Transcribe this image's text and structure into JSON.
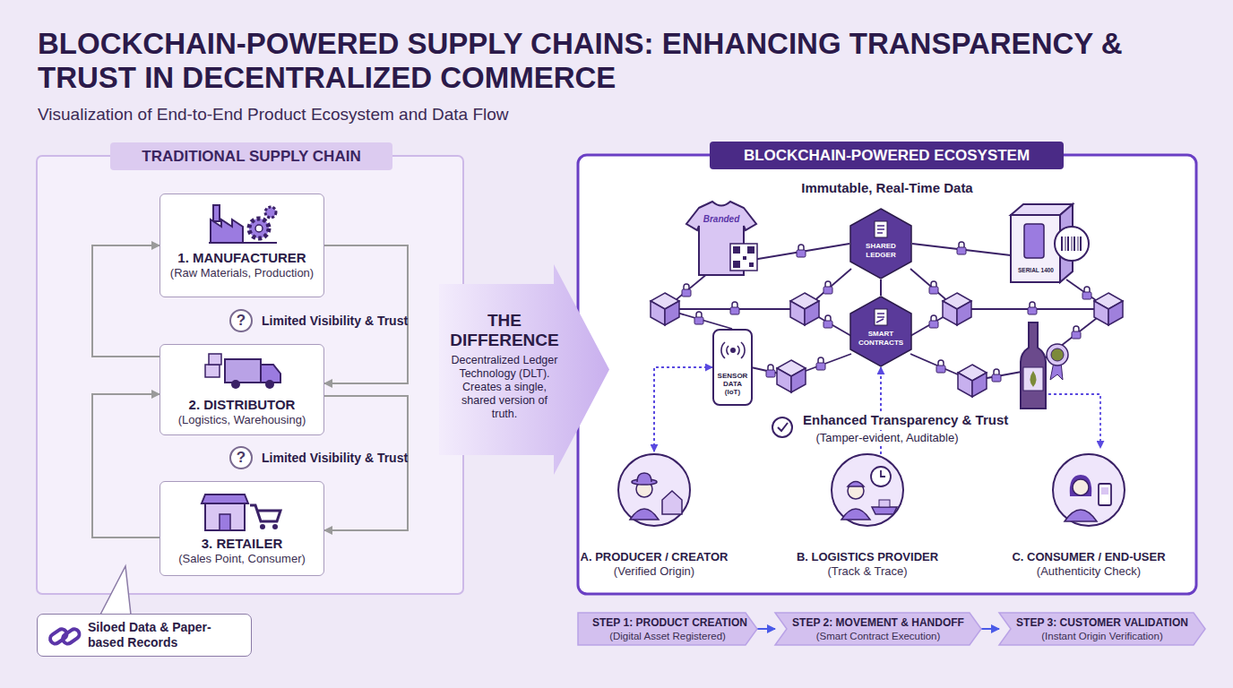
{
  "diagram": {
    "title": "BLOCKCHAIN-POWERED SUPPLY CHAINS: ENHANCING TRANSPARENCY & TRUST IN DECENTRALIZED COMMERCE",
    "nodes": [
      {
        "text": [
          "TRADITIONAL SUPPLY CHAIN"
        ]
      },
      {
        "text": [
          "1. MANUFACTURER",
          "(Raw Materials, Production)"
        ],
        "in": 0
      },
      {
        "text": [
          "?"
        ],
        "in": 0
      },
      {
        "text": [
          "2. DISTRIBUTOR",
          "(Logistics, Warehousing)"
        ],
        "in": 0
      },
      {
        "text": [
          "?"
        ],
        "in": 0
      },
      {
        "text": [
          "3. RETAILER",
          "(Sales Point, Consumer)"
        ],
        "in": 0
      },
      {
        "text": [
          "Siloed Data & Paper-based Records"
        ]
      },
      {
        "text": [
          "THE DIFFERENCE",
          "Decentralized Ledger Technology (DLT). Creates a single, shared version of truth."
        ]
      },
      {
        "text": [
          "BLOCKCHAIN-POWERED ECOSYSTEM"
        ]
      },
      {
        "text": [
          "SHARED LEDGER"
        ],
        "in": 8
      },
      {
        "text": [
          "SMART CONTRACTS"
        ],
        "in": 8
      },
      {
        "text": [
          "SENSOR DATA (IoT)"
        ],
        "in": 8
      },
      {
        "text": [
          "A. PRODUCER / CREATOR",
          "(Verified Origin)"
        ],
        "in": 8
      },
      {
        "text": [
          "B. LOGISTICS PROVIDER",
          "(Track & Trace)"
        ],
        "in": 8
      },
      {
        "text": [
          "C. CONSUMER / END-USER",
          "(Authenticity Check)"
        ],
        "in": 8
      },
      {
        "text": [
          "STEP 1: PRODUCT CREATION",
          "(Digital Asset Registered)"
        ]
      },
      {
        "text": [
          "STEP 2: MOVEMENT & HANDOFF",
          "(Smart Contract Execution)"
        ]
      },
      {
        "text": [
          "STEP 3: CUSTOMER VALIDATION",
          "(Instant Origin Verification)"
        ]
      }
    ],
    "edges": [
      {
        "from": 1,
        "to": 3,
        "arrow": "to"
      },
      {
        "from": 3,
        "to": 1,
        "arrow": "to"
      },
      {
        "from": 3,
        "to": 5,
        "arrow": "to"
      },
      {
        "from": 5,
        "to": 3,
        "arrow": "to"
      },
      {
        "from": 11,
        "to": 12,
        "arrow": "both"
      },
      {
        "from": 13,
        "to": 10,
        "arrow": "to"
      },
      {
        "from": 9,
        "to": 10,
        "arrow": "none"
      },
      {
        "from": 15,
        "to": 16,
        "arrow": "to"
      },
      {
        "from": 16,
        "to": 17,
        "arrow": "to"
      }
    ],
    "labels": [
      "Visualization of End-to-End Product Ecosystem and Data Flow",
      "Limited Visibility & Trust",
      "Limited Visibility & Trust",
      "Immutable, Real-Time Data",
      "Branded",
      "SERIAL 1400",
      "Enhanced Transparency & Trust",
      "(Tamper-evident, Auditable)"
    ]
  }
}
